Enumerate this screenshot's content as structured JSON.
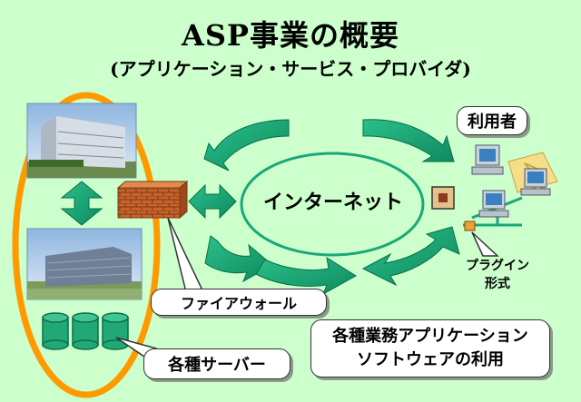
{
  "title": "ASP事業の概要",
  "subtitle": "(アプリケーション・サービス・プロバイダ)",
  "labels": {
    "users": "利用者",
    "internet": "インターネット",
    "plugin_line1": "プラグイン",
    "plugin_line2": "形式",
    "firewall": "ファイアウォール",
    "servers": "各種サーバー",
    "apps_line1": "各種業務アプリケーション",
    "apps_line2": "ソフトウェアの利用"
  },
  "colors": {
    "background": "#ccffcc",
    "arrow_green": "#1aa877",
    "highlight_orange": "#ff9900",
    "firewall_brick": "#cc6633"
  }
}
